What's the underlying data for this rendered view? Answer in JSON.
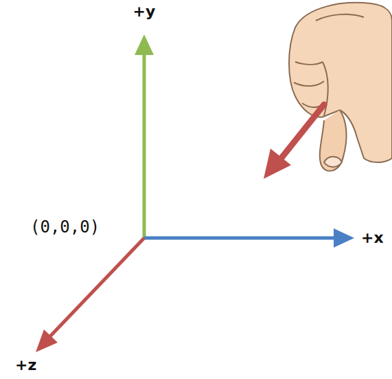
{
  "diagram": {
    "labels": [
      "+y",
      "(0,0,0)",
      "+x",
      "+z"
    ]
  }
}
